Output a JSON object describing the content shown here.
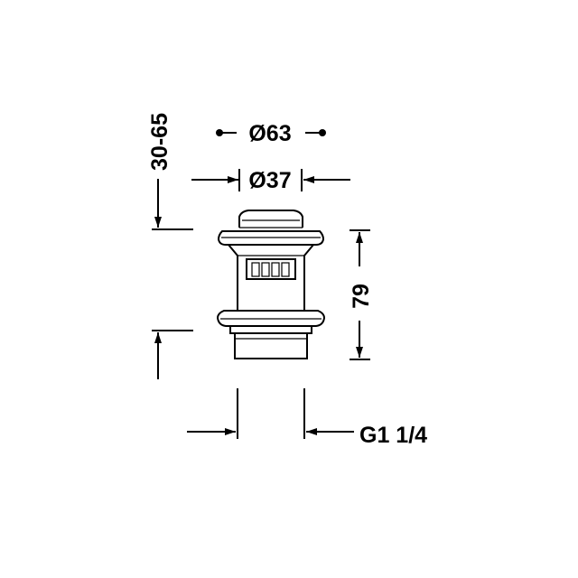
{
  "drawing": {
    "dimensions": {
      "outer_diameter": "Ø63",
      "inner_diameter": "Ø37",
      "thickness_range": "30-65",
      "height": "79",
      "thread": "G1 1/4"
    },
    "line_color": "#000000",
    "background": "#ffffff"
  }
}
